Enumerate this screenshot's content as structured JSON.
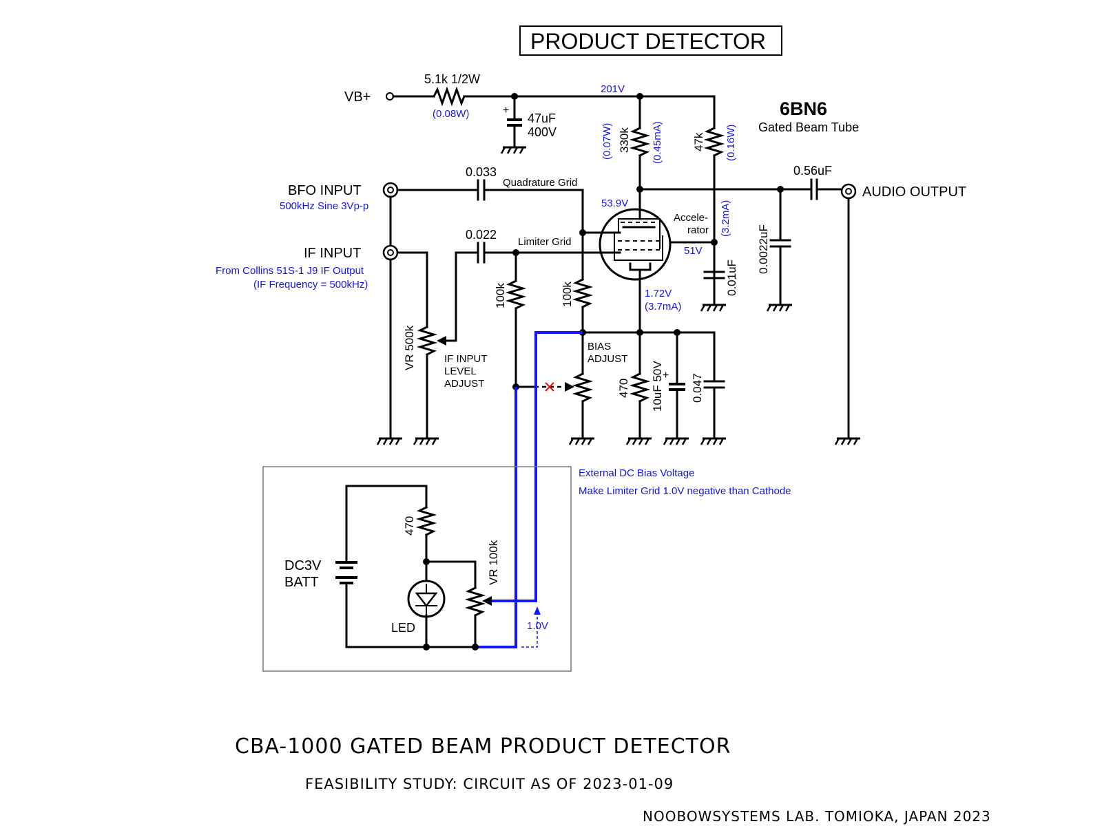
{
  "header": {
    "title": "PRODUCT DETECTOR"
  },
  "tube": {
    "type": "6BN6",
    "description": "Gated Beam Tube"
  },
  "supply": {
    "vb_label": "VB+",
    "r_label": "5.1k 1/2W",
    "r_power": "(0.08W)",
    "rail_voltage": "201V",
    "cap_value": "47uF",
    "cap_voltage": "400V"
  },
  "plate": {
    "r1_value": "330k",
    "r1_power": "(0.07W)",
    "r1_current": "(0.45mA)",
    "r2_value": "47k",
    "r2_power": "(0.16W)",
    "plate_voltage": "53.9V",
    "accel_label_1": "Accele-",
    "accel_label_2": "rator",
    "accel_current": "(3.2mA)",
    "accel_voltage": "51V",
    "accel_cap": "0.01uF"
  },
  "inputs": {
    "bfo_label": "BFO INPUT",
    "bfo_note": "500kHz Sine 3Vp-p",
    "bfo_cap": "0.033",
    "quad_grid": "Quadrature Grid",
    "if_label": "IF INPUT",
    "if_note_1": "From Collins 51S-1 J9 IF Output",
    "if_note_2": "(IF Frequency = 500kHz)",
    "if_cap": "0.022",
    "limiter_grid": "Limiter Grid",
    "vr_label": "VR 500k",
    "level_1": "IF INPUT",
    "level_2": "LEVEL",
    "level_3": "ADJUST",
    "r_limiter": "100k",
    "r_quad": "100k"
  },
  "cathode": {
    "voltage": "1.72V",
    "current": "(3.7mA)",
    "bias_1": "BIAS",
    "bias_2": "ADJUST",
    "r_value": "470",
    "cap1": "10uF 50V",
    "cap2": "0.047"
  },
  "output": {
    "cap": "0.56uF",
    "label": "AUDIO OUTPUT",
    "shunt_cap": "0.0022uF"
  },
  "external": {
    "note_1": "External DC Bias Voltage",
    "note_2": "Make Limiter Grid 1.0V negative than Cathode",
    "r_value": "470",
    "batt_1": "DC3V",
    "batt_2": "BATT",
    "led": "LED",
    "vr": "VR 100k",
    "voltage": "1.0V"
  },
  "footer": {
    "title": "CBA-1000 GATED BEAM PRODUCT DETECTOR",
    "subtitle": "FEASIBILITY STUDY: CIRCUIT AS OF  2023-01-09",
    "credit": "NOOBOWSYSTEMS LAB. TOMIOKA, JAPAN 2023"
  },
  "colors": {
    "wire": "#000000",
    "annotation": "#1414e6",
    "bias_loop": "#1414ff",
    "mark": "#e01010"
  }
}
